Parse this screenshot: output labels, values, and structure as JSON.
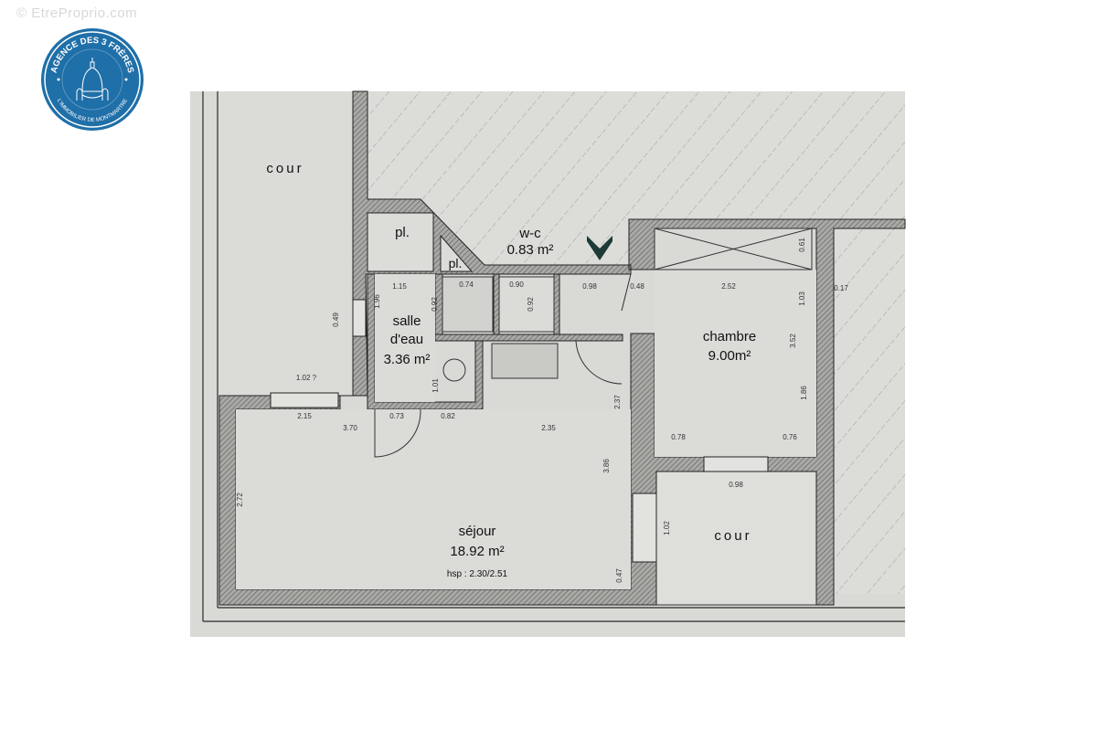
{
  "watermark": "© EtreProprio.com",
  "logo": {
    "top_text": "AGENCE DES 3 FRÈRES",
    "bottom_text": "L'IMMOBILIER DE MONTMARTRE",
    "color": "#1f6fa8"
  },
  "rooms": {
    "cour_top": "cour",
    "pl_1": "pl.",
    "pl_2": "pl.",
    "wc_name": "w-c",
    "wc_area": "0.83 m²",
    "salle_name_1": "salle",
    "salle_name_2": "d'eau",
    "salle_area": "3.36 m²",
    "chambre_name": "chambre",
    "chambre_area": "9.00m²",
    "sejour_name": "séjour",
    "sejour_area": "18.92 m²",
    "sejour_hsp": "hsp : 2.30/2.51",
    "cour_bottom": "cour"
  },
  "dimensions": [
    "1.15",
    "0.74",
    "0.90",
    "0.98",
    "0.48",
    "2.52",
    "0.61",
    "1.03",
    "0.17",
    "3.52",
    "1.86",
    "0.78",
    "0.76",
    "0.98",
    "1.02",
    "0.49",
    "1.02 ?",
    "2.15",
    "0.73",
    "0.82",
    "3.70",
    "2.35",
    "2.37",
    "3.86",
    "2.72",
    "0.47",
    "0.92",
    "0.92",
    "1.96",
    "1.01"
  ],
  "colors": {
    "paper": "#d9dad6",
    "wall": "#9a9a98",
    "line": "#2a2a2a"
  }
}
